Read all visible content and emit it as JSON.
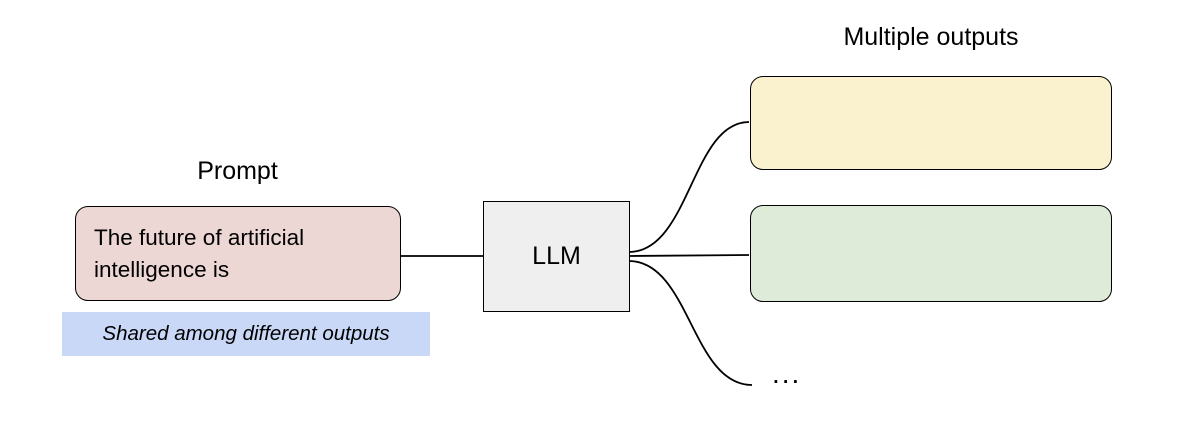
{
  "diagram": {
    "prompt_label": "Prompt",
    "prompt_text": "The future of artificial intelligence is",
    "shared_note": "Shared among different outputs",
    "llm_label": "LLM",
    "outputs_label": "Multiple outputs",
    "ellipsis": "...",
    "colors": {
      "prompt_fill": "#edd7d5",
      "output1_fill": "#faf1ce",
      "output2_fill": "#dfebd9",
      "llm_fill": "#efefef",
      "note_bg": "#c9d8f7",
      "stroke": "#000000"
    }
  }
}
